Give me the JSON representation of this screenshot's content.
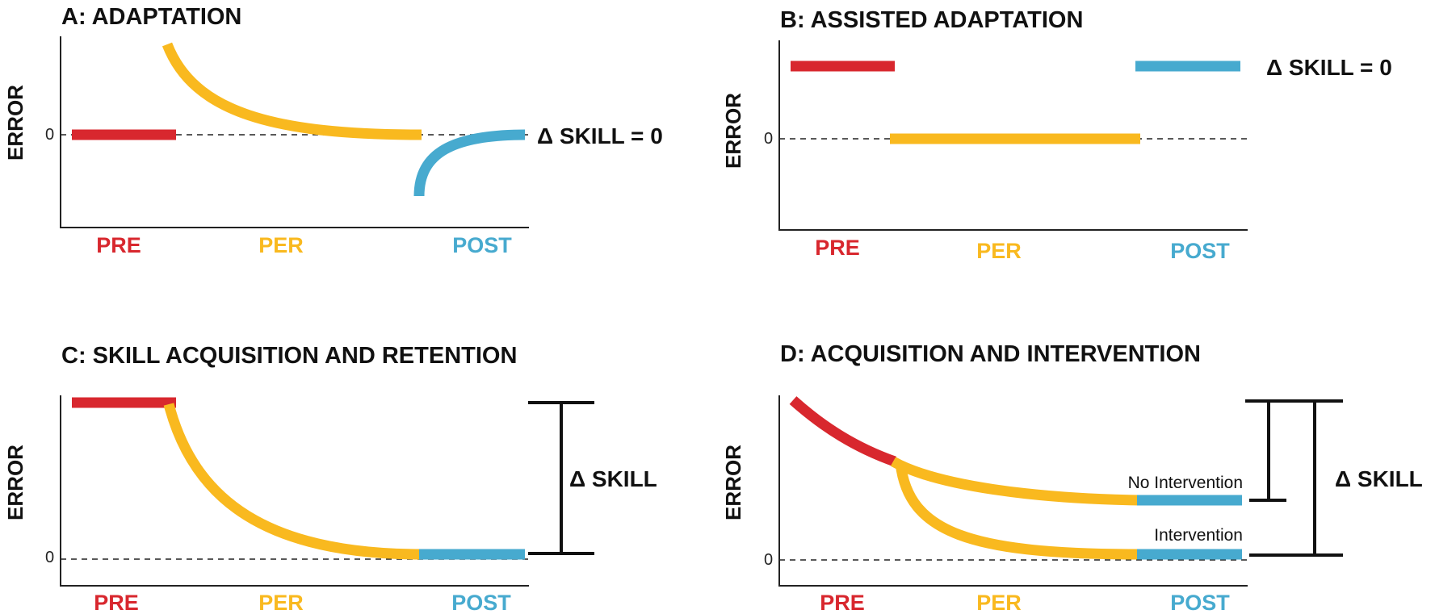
{
  "colors": {
    "pre": "#d8272e",
    "per": "#f9b91f",
    "post": "#47aacf",
    "ink": "#111111"
  },
  "phase_labels": {
    "pre": "PRE",
    "per": "PER",
    "post": "POST"
  },
  "axis": {
    "ylabel": "ERROR",
    "zero_tick": "0"
  },
  "panels": {
    "a": {
      "title": "A: ADAPTATION",
      "delta": "Δ SKILL = 0"
    },
    "b": {
      "title": "B: ASSISTED ADAPTATION",
      "delta": "Δ SKILL = 0"
    },
    "c": {
      "title": "C: SKILL ACQUISITION AND RETENTION",
      "delta": "Δ SKILL"
    },
    "d": {
      "title": "D: ACQUISITION AND INTERVENTION",
      "delta": "Δ SKILL",
      "no_intervention": "No Intervention",
      "intervention": "Intervention"
    }
  }
}
